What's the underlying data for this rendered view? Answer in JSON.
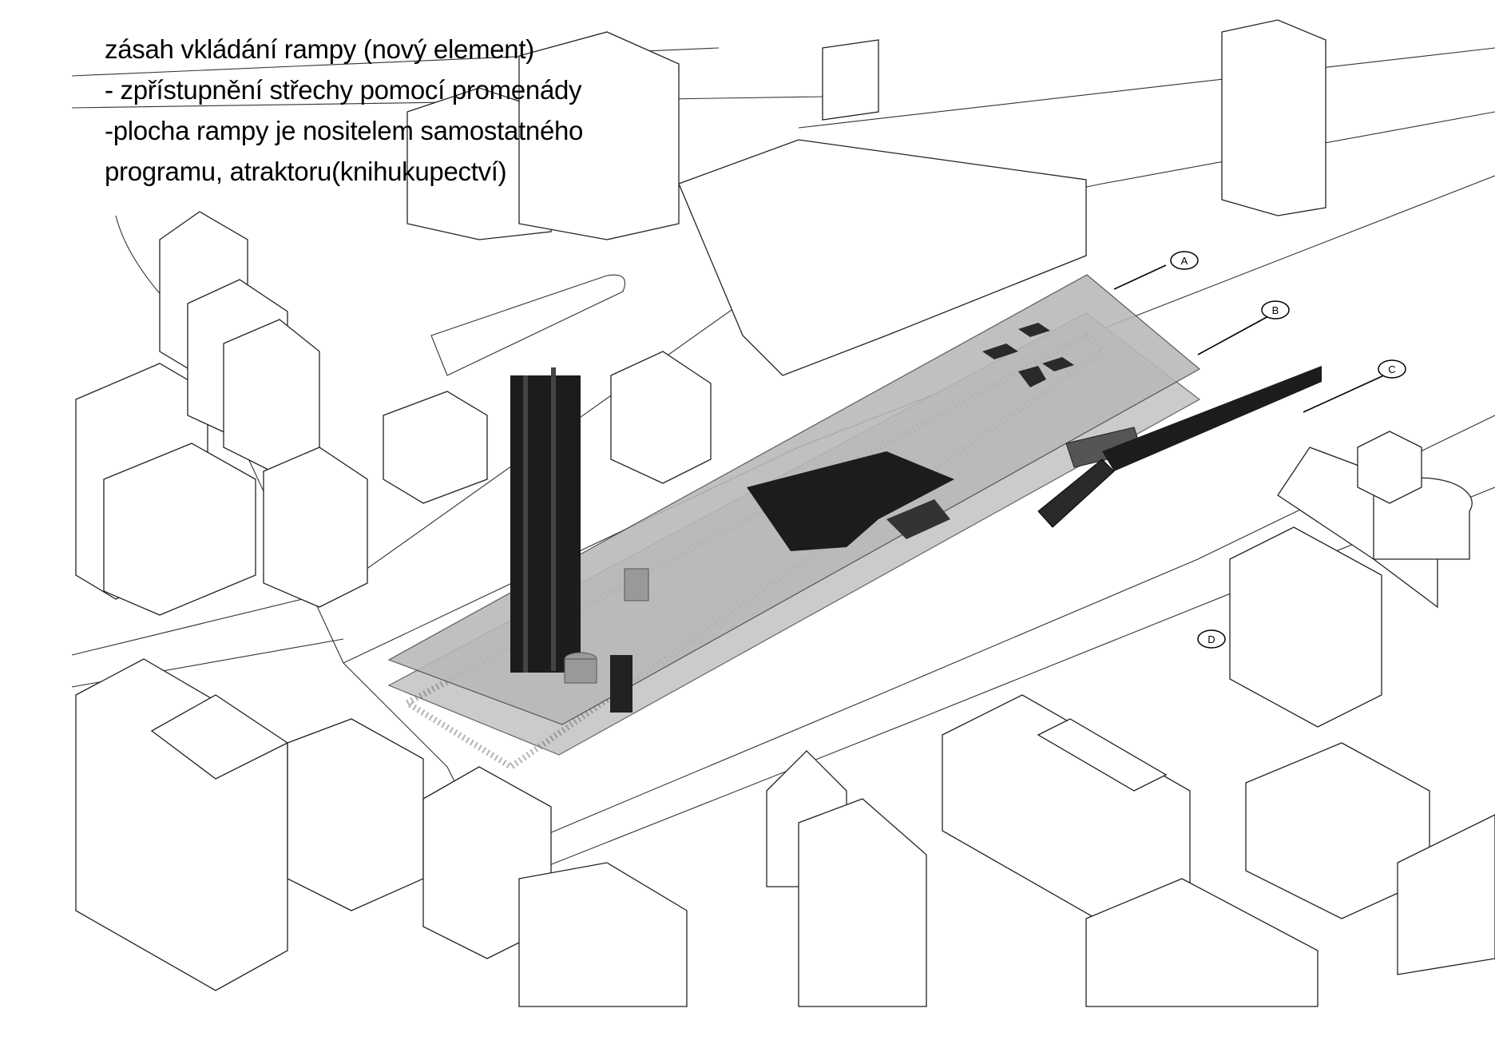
{
  "caption": {
    "lines": [
      "zásah vkládání rampy (nový element)",
      "- zpřístupnění střechy pomocí promenády",
      "-plocha rampy je nositelem samostatného",
      "programu, atraktoru(knihukupectví)"
    ]
  },
  "markers": {
    "a": "A",
    "b": "B",
    "c": "C",
    "d": "D"
  },
  "colors": {
    "slab": "#b8b8b8",
    "dark": "#1c1c1c",
    "line": "#222222"
  }
}
